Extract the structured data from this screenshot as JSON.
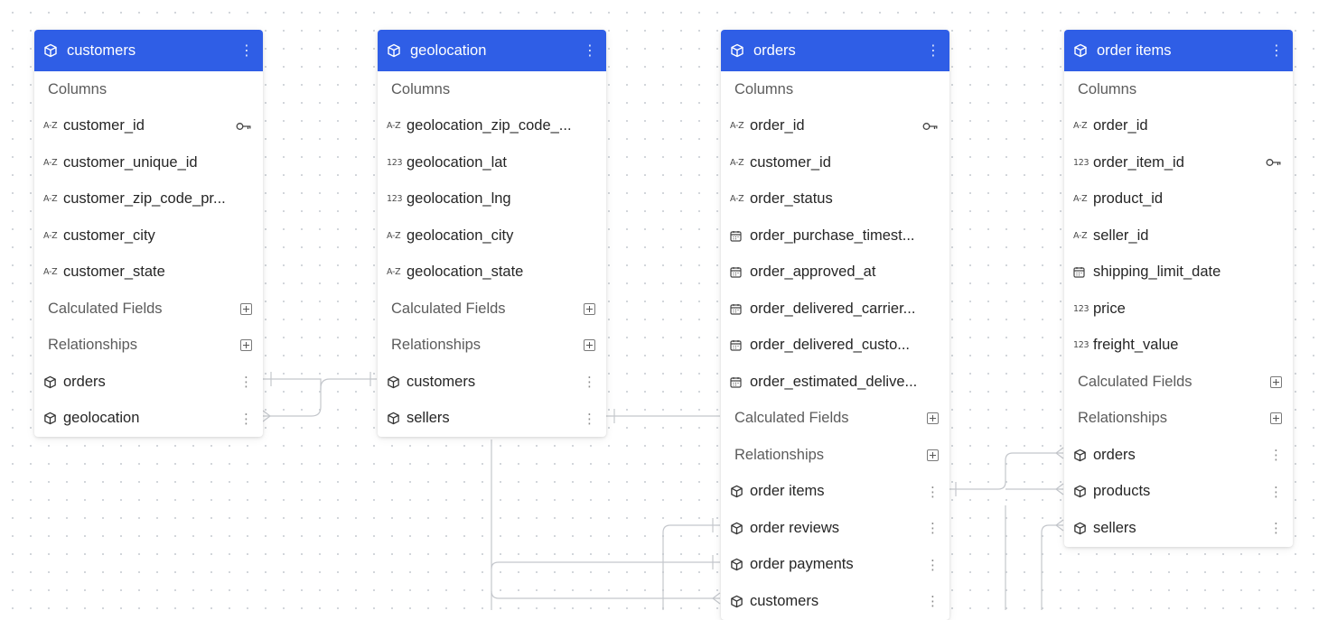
{
  "cards": [
    {
      "title": "customers",
      "columns_label": "Columns",
      "columns": [
        {
          "type": "A-Z",
          "name": "customer_id",
          "key": true
        },
        {
          "type": "A-Z",
          "name": "customer_unique_id",
          "key": false
        },
        {
          "type": "A-Z",
          "name": "customer_zip_code_pr...",
          "key": false
        },
        {
          "type": "A-Z",
          "name": "customer_city",
          "key": false
        },
        {
          "type": "A-Z",
          "name": "customer_state",
          "key": false
        }
      ],
      "calculated_label": "Calculated Fields",
      "relationships_label": "Relationships",
      "relationships": [
        "orders",
        "geolocation"
      ]
    },
    {
      "title": "geolocation",
      "columns_label": "Columns",
      "columns": [
        {
          "type": "A-Z",
          "name": "geolocation_zip_code_...",
          "key": false
        },
        {
          "type": "123",
          "name": "geolocation_lat",
          "key": false
        },
        {
          "type": "123",
          "name": "geolocation_lng",
          "key": false
        },
        {
          "type": "A-Z",
          "name": "geolocation_city",
          "key": false
        },
        {
          "type": "A-Z",
          "name": "geolocation_state",
          "key": false
        }
      ],
      "calculated_label": "Calculated Fields",
      "relationships_label": "Relationships",
      "relationships": [
        "customers",
        "sellers"
      ]
    },
    {
      "title": "orders",
      "columns_label": "Columns",
      "columns": [
        {
          "type": "A-Z",
          "name": "order_id",
          "key": true
        },
        {
          "type": "A-Z",
          "name": "customer_id",
          "key": false
        },
        {
          "type": "A-Z",
          "name": "order_status",
          "key": false
        },
        {
          "type": "date",
          "name": "order_purchase_timest...",
          "key": false
        },
        {
          "type": "date",
          "name": "order_approved_at",
          "key": false
        },
        {
          "type": "date",
          "name": "order_delivered_carrier...",
          "key": false
        },
        {
          "type": "date",
          "name": "order_delivered_custo...",
          "key": false
        },
        {
          "type": "date",
          "name": "order_estimated_delive...",
          "key": false
        }
      ],
      "calculated_label": "Calculated Fields",
      "relationships_label": "Relationships",
      "relationships": [
        "order items",
        "order reviews",
        "order payments",
        "customers"
      ]
    },
    {
      "title": "order items",
      "columns_label": "Columns",
      "columns": [
        {
          "type": "A-Z",
          "name": "order_id",
          "key": false
        },
        {
          "type": "123",
          "name": "order_item_id",
          "key": true
        },
        {
          "type": "A-Z",
          "name": "product_id",
          "key": false
        },
        {
          "type": "A-Z",
          "name": "seller_id",
          "key": false
        },
        {
          "type": "date",
          "name": "shipping_limit_date",
          "key": false
        },
        {
          "type": "123",
          "name": "price",
          "key": false
        },
        {
          "type": "123",
          "name": "freight_value",
          "key": false
        }
      ],
      "calculated_label": "Calculated Fields",
      "relationships_label": "Relationships",
      "relationships": [
        "orders",
        "products",
        "sellers"
      ]
    }
  ],
  "colors": {
    "header": "#2f5ee6",
    "connector": "#c4c7cc"
  }
}
